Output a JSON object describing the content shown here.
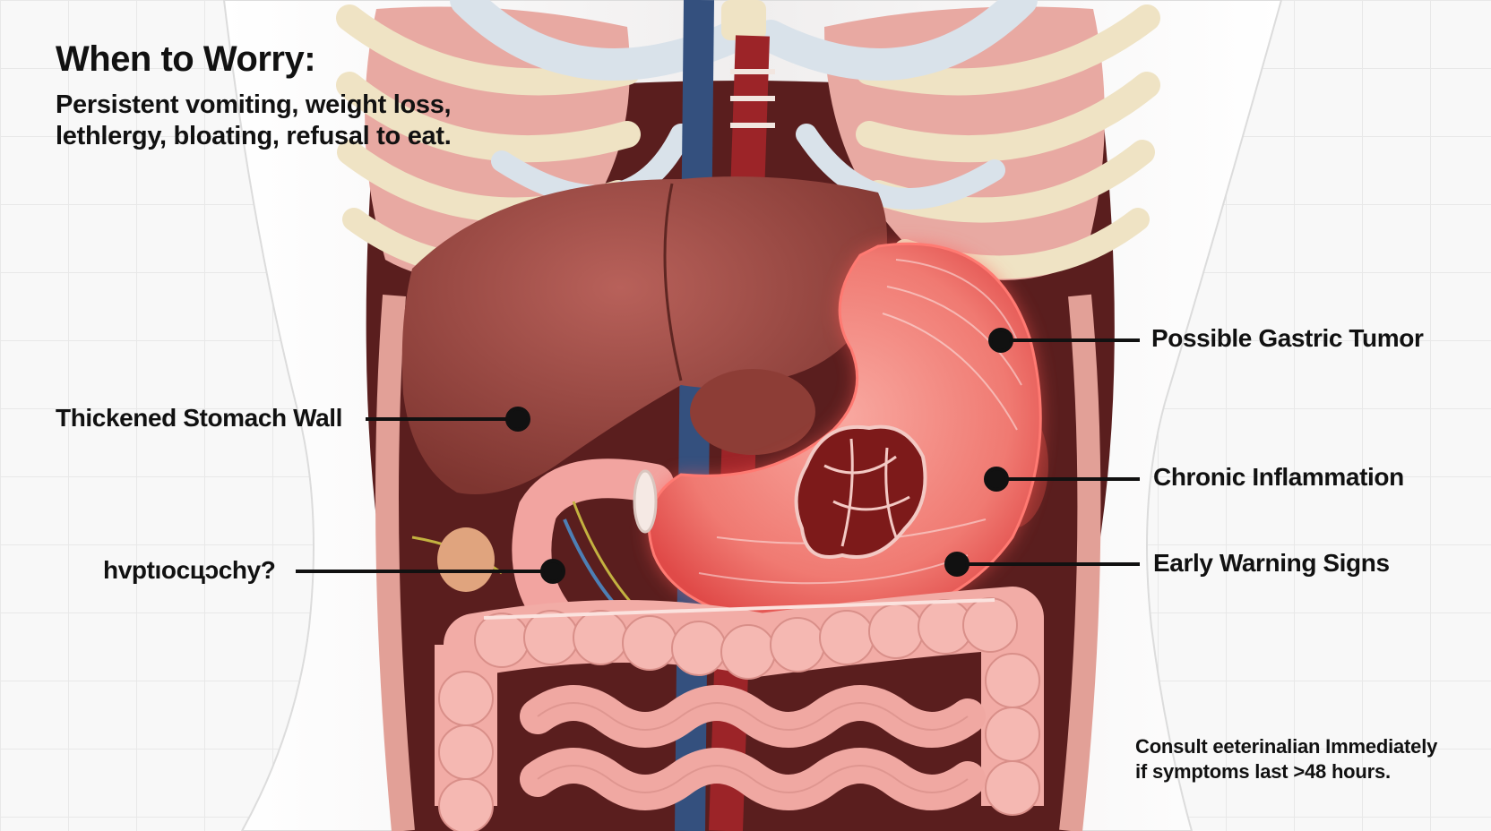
{
  "warning": {
    "heading": "When to Worry:",
    "text": "Persistent vomiting, weight loss,\nlethlergy, bloating, refusal to eat."
  },
  "labels": {
    "thickened_wall": "Thickened Stomach Wall",
    "hvpt": "hvptıocцɔchy?",
    "gastric_tumor": "Possible Gastric Tumor",
    "chronic_inflammation": "Chronic Inflammation",
    "early_warning": "Early Warning Signs"
  },
  "footer": {
    "note": "Consult eeterinalian Immediately\nif symptoms last >48 hours."
  }
}
